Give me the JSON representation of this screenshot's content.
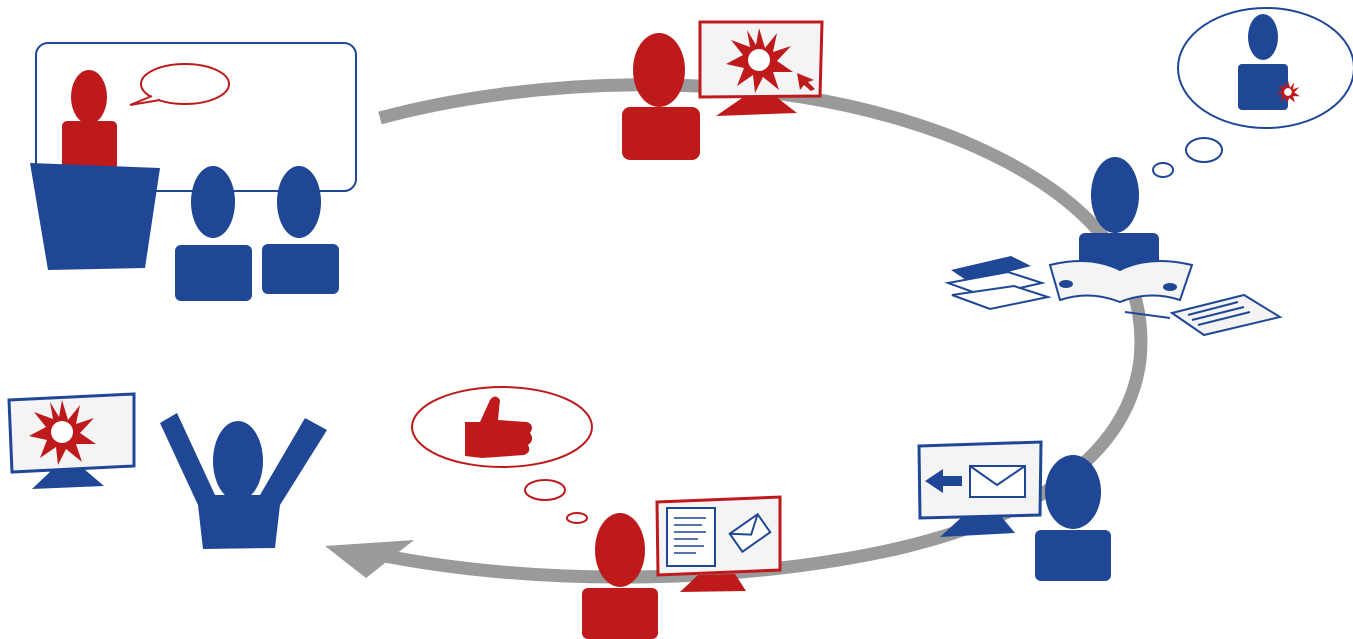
{
  "colors": {
    "blue": "#1f4796",
    "red": "#be1a1c",
    "gray": "#9a9a9a",
    "screen": "#f4f4f4",
    "white": "#ffffff"
  },
  "scenes": [
    {
      "id": "presentation",
      "icons": [
        "presenter-figure",
        "speech-bubble-icon",
        "podium",
        "audience-figure",
        "audience-figure"
      ]
    },
    {
      "id": "online-demo",
      "icons": [
        "user-figure",
        "monitor-icon",
        "starburst-icon",
        "cursor-icon"
      ]
    },
    {
      "id": "research",
      "icons": [
        "thought-bubble-icon",
        "user-figure",
        "open-book-icon",
        "book-stack-icon",
        "document-icon"
      ]
    },
    {
      "id": "send-message",
      "icons": [
        "monitor-icon",
        "arrow-left-icon",
        "envelope-icon",
        "user-figure"
      ]
    },
    {
      "id": "approval",
      "icons": [
        "thought-bubble-icon",
        "thumbs-up-icon",
        "user-figure",
        "monitor-icon",
        "document-icon",
        "envelope-icon"
      ]
    },
    {
      "id": "success",
      "icons": [
        "monitor-icon",
        "starburst-icon",
        "cheering-figure"
      ]
    }
  ]
}
